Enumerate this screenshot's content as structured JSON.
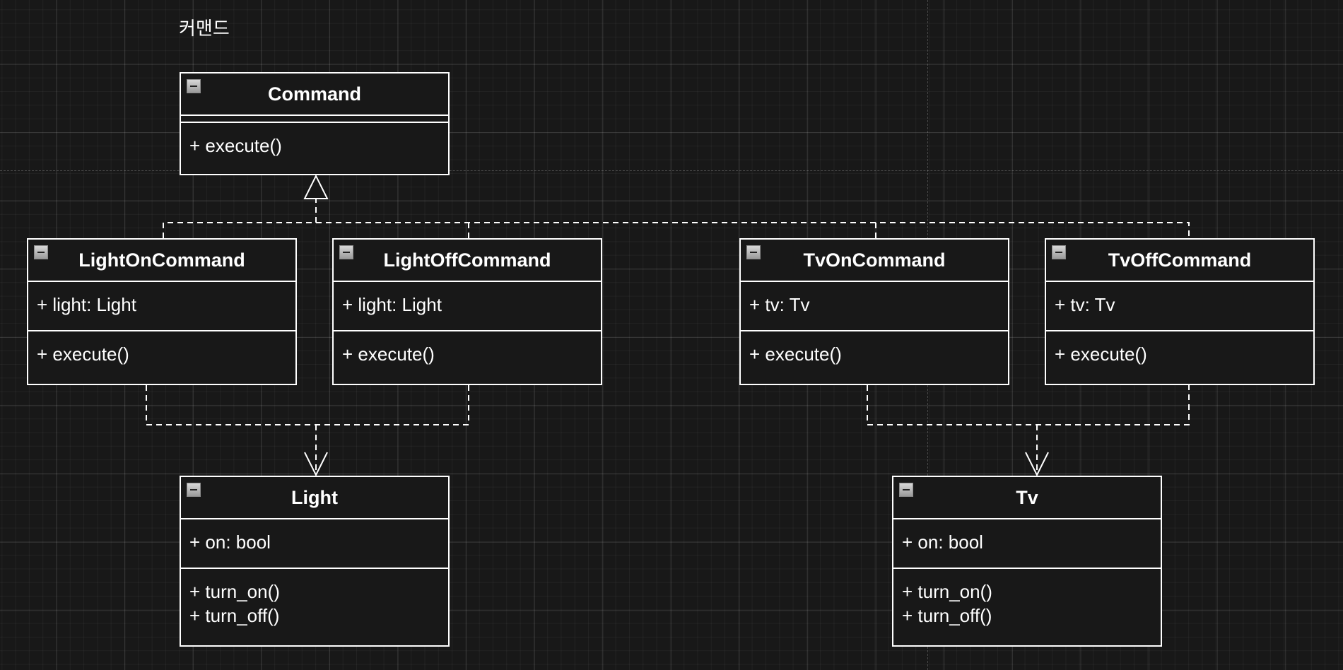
{
  "diagram": {
    "title": "커맨드"
  },
  "classes": {
    "command": {
      "name": "Command",
      "attributes": [],
      "operations": [
        "+ execute()"
      ]
    },
    "light_on_command": {
      "name": "LightOnCommand",
      "attributes": [
        "+ light: Light"
      ],
      "operations": [
        "+ execute()"
      ]
    },
    "light_off_command": {
      "name": "LightOffCommand",
      "attributes": [
        "+ light: Light"
      ],
      "operations": [
        "+ execute()"
      ]
    },
    "tv_on_command": {
      "name": "TvOnCommand",
      "attributes": [
        "+ tv: Tv"
      ],
      "operations": [
        "+ execute()"
      ]
    },
    "tv_off_command": {
      "name": "TvOffCommand",
      "attributes": [
        "+ tv: Tv"
      ],
      "operations": [
        "+ execute()"
      ]
    },
    "light": {
      "name": "Light",
      "attributes": [
        "+ on: bool"
      ],
      "operations": [
        "+ turn_on()",
        "+ turn_off()"
      ]
    },
    "tv": {
      "name": "Tv",
      "attributes": [
        "+ on: bool"
      ],
      "operations": [
        "+ turn_on()",
        "+ turn_off()"
      ]
    }
  },
  "relationships": [
    {
      "type": "realization",
      "from": "LightOnCommand",
      "to": "Command"
    },
    {
      "type": "realization",
      "from": "LightOffCommand",
      "to": "Command"
    },
    {
      "type": "realization",
      "from": "TvOnCommand",
      "to": "Command"
    },
    {
      "type": "realization",
      "from": "TvOffCommand",
      "to": "Command"
    },
    {
      "type": "dependency",
      "from": "LightOnCommand",
      "to": "Light"
    },
    {
      "type": "dependency",
      "from": "LightOffCommand",
      "to": "Light"
    },
    {
      "type": "dependency",
      "from": "TvOnCommand",
      "to": "Tv"
    },
    {
      "type": "dependency",
      "from": "TvOffCommand",
      "to": "Tv"
    }
  ],
  "theme": {
    "background": "#181818",
    "stroke": "#ffffff",
    "icon": "collapse-icon"
  }
}
